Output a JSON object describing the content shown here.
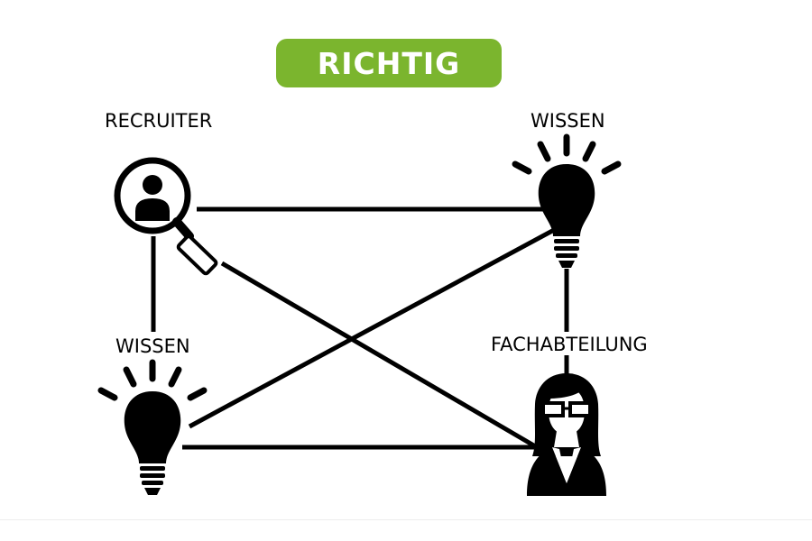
{
  "badge": {
    "label": "RICHTIG",
    "color": "#7bb52e"
  },
  "nodes": {
    "recruiter": {
      "label": "RECRUITER",
      "icon": "magnifier-person-icon"
    },
    "wissen_top": {
      "label": "WISSEN",
      "icon": "lightbulb-icon"
    },
    "wissen_bottom": {
      "label": "WISSEN",
      "icon": "lightbulb-icon"
    },
    "fachabteilung": {
      "label": "FACHABTEILUNG",
      "icon": "businesswoman-icon"
    }
  },
  "connections": [
    {
      "from": "RECRUITER",
      "to": "WISSEN (oben)"
    },
    {
      "from": "RECRUITER",
      "to": "WISSEN (unten)"
    },
    {
      "from": "RECRUITER",
      "to": "FACHABTEILUNG"
    },
    {
      "from": "WISSEN (oben)",
      "to": "FACHABTEILUNG"
    },
    {
      "from": "WISSEN (oben)",
      "to": "WISSEN (unten)"
    },
    {
      "from": "WISSEN (unten)",
      "to": "FACHABTEILUNG"
    }
  ]
}
